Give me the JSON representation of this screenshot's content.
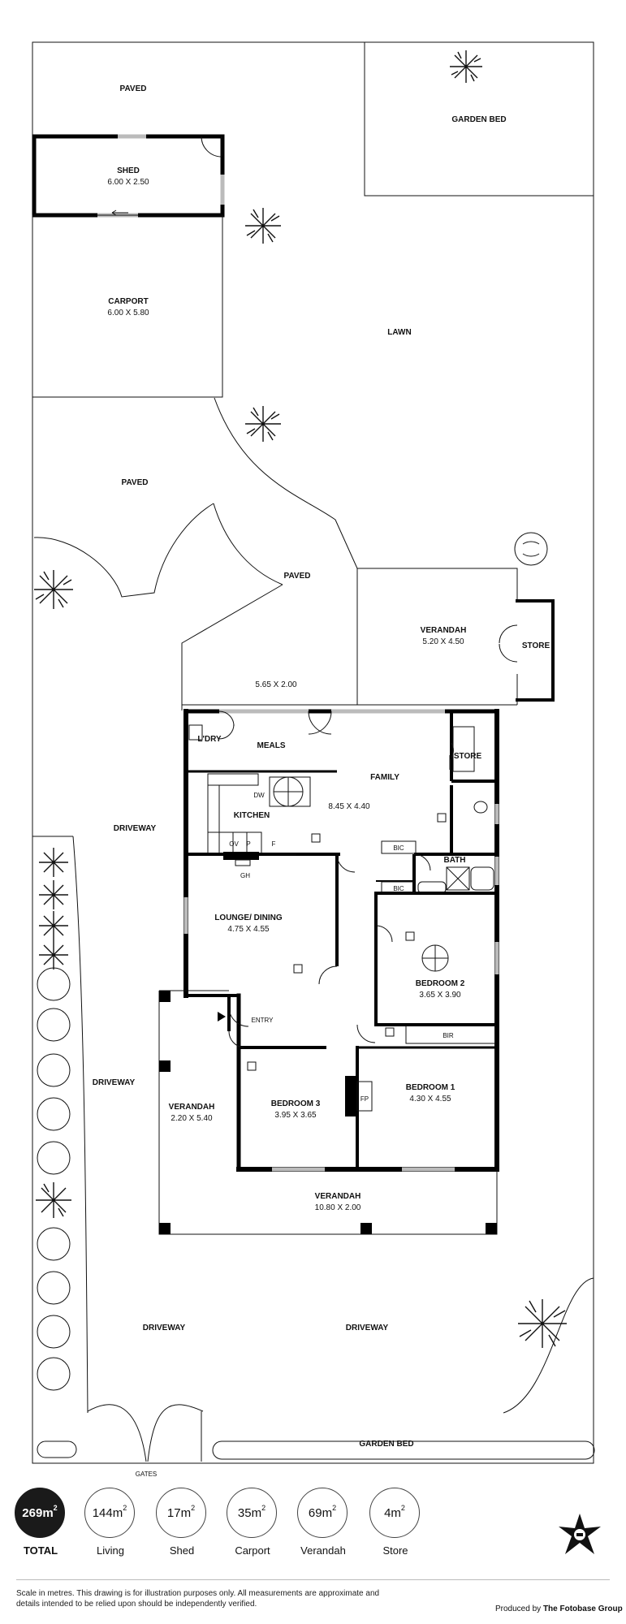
{
  "labels": {
    "paved_top": "PAVED",
    "garden_bed_top": "GARDEN BED",
    "shed": "SHED",
    "shed_dim": "6.00 X 2.50",
    "carport": "CARPORT",
    "carport_dim": "6.00 X 5.80",
    "lawn": "LAWN",
    "paved_mid": "PAVED",
    "paved_center": "PAVED",
    "verandah_back": "VERANDAH",
    "verandah_back_dim": "5.20 X 4.50",
    "store_out": "STORE",
    "patio_dim": "5.65 X 2.00",
    "ldry": "L'DRY",
    "meals": "MEALS",
    "store_in": "STORE",
    "family": "FAMILY",
    "family_dim": "8.45 X 4.40",
    "dw": "DW",
    "kitchen": "KITCHEN",
    "ov": "OV",
    "p": "P",
    "f": "F",
    "bic1": "BIC",
    "bath": "BATH",
    "bic2": "BIC",
    "gh": "GH",
    "driveway_1": "DRIVEWAY",
    "lounge": "LOUNGE/ DINING",
    "lounge_dim": "4.75 X 4.55",
    "bedroom2": "BEDROOM 2",
    "bedroom2_dim": "3.65 X 3.90",
    "entry": "ENTRY",
    "bir": "BIR",
    "driveway_2": "DRIVEWAY",
    "verandah_side": "VERANDAH",
    "verandah_side_dim": "2.20 X 5.40",
    "bedroom3": "BEDROOM 3",
    "bedroom3_dim": "3.95 X 3.65",
    "fp": "FP",
    "bedroom1": "BEDROOM 1",
    "bedroom1_dim": "4.30 X 4.55",
    "verandah_front": "VERANDAH",
    "verandah_front_dim": "10.80 X 2.00",
    "driveway_3": "DRIVEWAY",
    "driveway_4": "DRIVEWAY",
    "garden_bed_bottom": "GARDEN BED",
    "gates": "GATES"
  },
  "stats": [
    {
      "value": "269",
      "unit": "m",
      "sup": "2",
      "name": "TOTAL"
    },
    {
      "value": "144",
      "unit": "m",
      "sup": "2",
      "name": "Living"
    },
    {
      "value": "17",
      "unit": "m",
      "sup": "2",
      "name": "Shed"
    },
    {
      "value": "35",
      "unit": "m",
      "sup": "2",
      "name": "Carport"
    },
    {
      "value": "69",
      "unit": "m",
      "sup": "2",
      "name": "Verandah"
    },
    {
      "value": "4",
      "unit": "m",
      "sup": "2",
      "name": "Store"
    }
  ],
  "disclaimer": "Scale in metres. This drawing is for illustration purposes only. All measurements are approximate and details intended to be relied upon should be independently verified.",
  "credit_prefix": "Produced by",
  "credit_brand": "The Fotobase Group",
  "logo_icon": "fotobase-star-logo-icon"
}
